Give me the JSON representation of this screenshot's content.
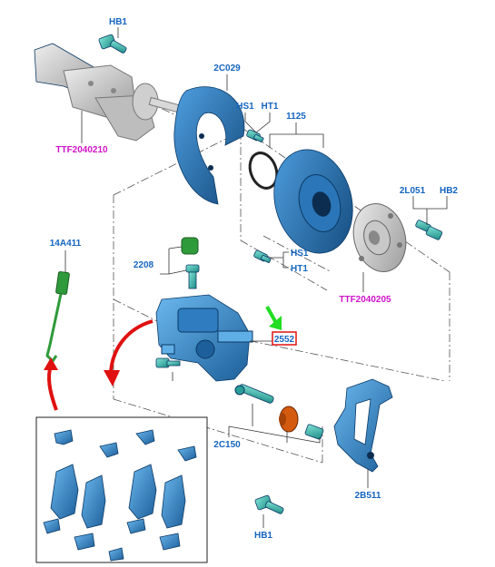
{
  "labels": {
    "hb1_top": "HB1",
    "c029": "2C029",
    "hs1_top": "HS1",
    "ht1_top": "HT1",
    "n1125": "1125",
    "ttf210": "TTF2040210",
    "l051": "2L051",
    "hb2": "HB2",
    "a411": "14A411",
    "n2208": "2208",
    "hs1_mid": "HS1",
    "ht1_mid": "HT1",
    "ttf205": "TTF2040205",
    "n2552": "2552",
    "c150": "2C150",
    "b511": "2B511",
    "hb1_bot": "HB1"
  },
  "colors": {
    "label_blue": "#1565c0",
    "part_blue": "#3a8fd0",
    "ttf_magenta": "#d012c8",
    "highlight_red": "#e01010",
    "arrow_red": "#e01010",
    "arrow_green": "#22dd22"
  }
}
